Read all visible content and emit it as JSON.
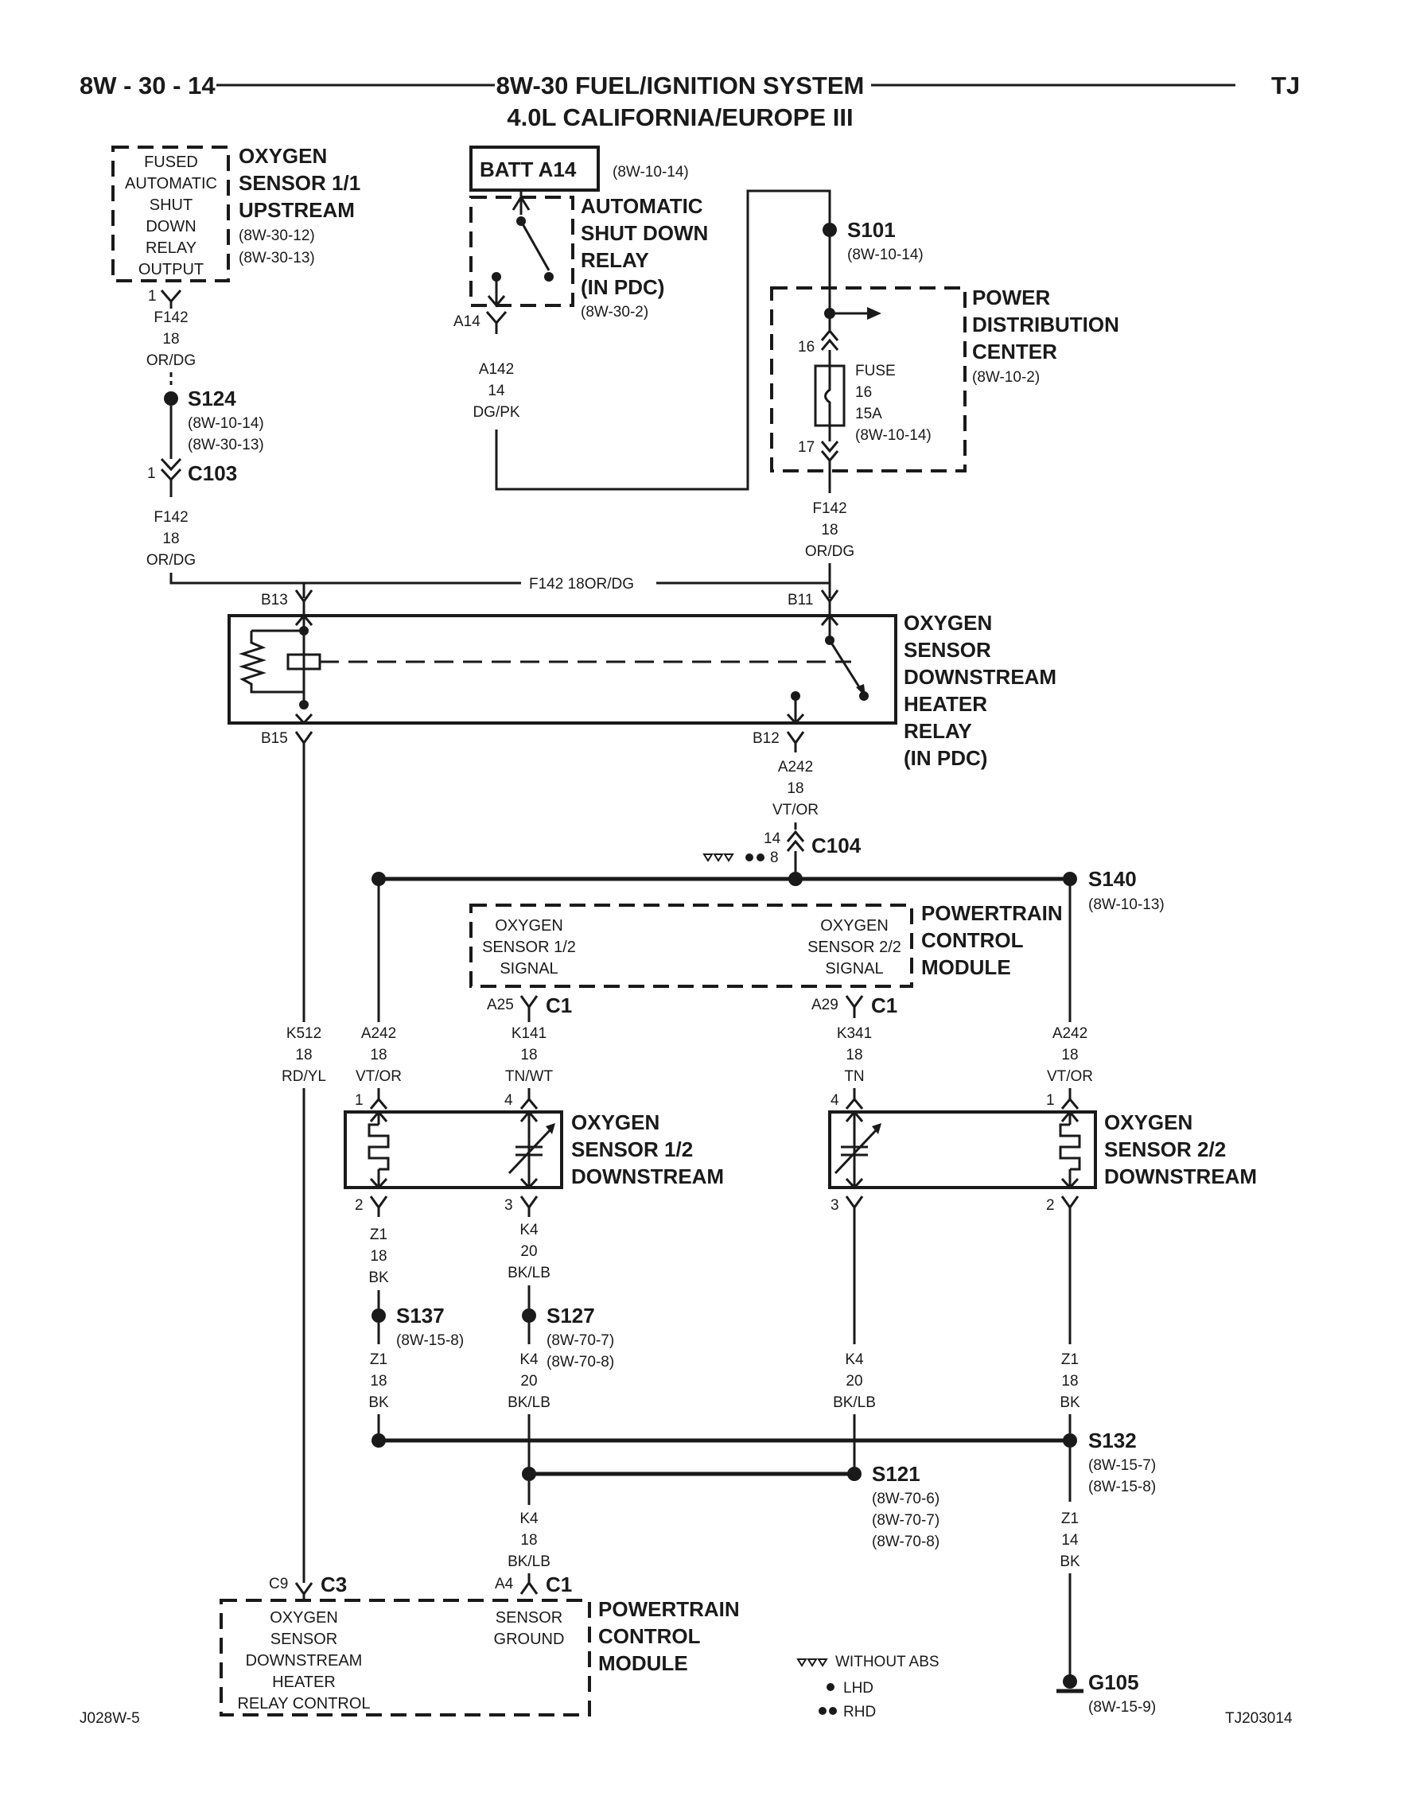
{
  "header": {
    "page_number": "8W - 30 - 14",
    "title": "8W-30 FUEL/IGNITION SYSTEM",
    "subtitle": "4.0L CALIFORNIA/EUROPE III",
    "model": "TJ"
  },
  "components": {
    "fused_asd_output": {
      "lines": [
        "FUSED",
        "AUTOMATIC",
        "SHUT",
        "DOWN",
        "RELAY",
        "OUTPUT"
      ]
    },
    "o2_upstream": {
      "name": [
        "OXYGEN",
        "SENSOR 1/1",
        "UPSTREAM"
      ],
      "refs": [
        "(8W-30-12)",
        "(8W-30-13)"
      ]
    },
    "batt_a14": {
      "label": "BATT A14",
      "ref": "(8W-10-14)"
    },
    "asd_relay": {
      "name": [
        "AUTOMATIC",
        "SHUT DOWN",
        "RELAY",
        "(IN PDC)"
      ],
      "ref": "(8W-30-2)"
    },
    "pdc": {
      "name": [
        "POWER",
        "DISTRIBUTION",
        "CENTER"
      ],
      "ref": "(8W-10-2)"
    },
    "fuse": {
      "lines": [
        "FUSE",
        "16",
        "15A",
        "(8W-10-14)"
      ]
    },
    "heater_relay": {
      "name": [
        "OXYGEN",
        "SENSOR",
        "DOWNSTREAM",
        "HEATER",
        "RELAY",
        "(IN PDC)"
      ]
    },
    "pcm_top": {
      "name": [
        "POWERTRAIN",
        "CONTROL",
        "MODULE"
      ],
      "left_lines": [
        "OXYGEN",
        "SENSOR 1/2",
        "SIGNAL"
      ],
      "right_lines": [
        "OXYGEN",
        "SENSOR 2/2",
        "SIGNAL"
      ]
    },
    "o2_12": {
      "name": [
        "OXYGEN",
        "SENSOR 1/2",
        "DOWNSTREAM"
      ]
    },
    "o2_22": {
      "name": [
        "OXYGEN",
        "SENSOR 2/2",
        "DOWNSTREAM"
      ]
    },
    "pcm_bottom": {
      "name": [
        "POWERTRAIN",
        "CONTROL",
        "MODULE"
      ],
      "left_lines": [
        "OXYGEN",
        "SENSOR",
        "DOWNSTREAM",
        "HEATER",
        "RELAY CONTROL"
      ],
      "right_lines": [
        "SENSOR",
        "GROUND"
      ]
    }
  },
  "splices": {
    "s124": {
      "name": "S124",
      "refs": [
        "(8W-10-14)",
        "(8W-30-13)"
      ]
    },
    "s101": {
      "name": "S101",
      "ref": "(8W-10-14)"
    },
    "s140": {
      "name": "S140",
      "ref": "(8W-10-13)"
    },
    "s137": {
      "name": "S137",
      "ref": "(8W-15-8)"
    },
    "s127": {
      "name": "S127",
      "refs": [
        "(8W-70-7)",
        "(8W-70-8)"
      ]
    },
    "s132": {
      "name": "S132",
      "refs": [
        "(8W-15-7)",
        "(8W-15-8)"
      ]
    },
    "s121": {
      "name": "S121",
      "refs": [
        "(8W-70-6)",
        "(8W-70-7)",
        "(8W-70-8)"
      ]
    },
    "g105": {
      "name": "G105",
      "ref": "(8W-15-9)"
    }
  },
  "connectors": {
    "c103": {
      "name": "C103",
      "pin": "1"
    },
    "c104": {
      "name": "C104",
      "pin_top": "14",
      "pin_bottom": "8"
    },
    "c1": "C1",
    "c3": "C3"
  },
  "pins": {
    "f142_top": "1",
    "a14": "A14",
    "p16": "16",
    "p17": "17",
    "b13": "B13",
    "b11": "B11",
    "b15": "B15",
    "b12": "B12",
    "a25": "A25",
    "a29": "A29",
    "c9": "C9",
    "a4": "A4",
    "o12_p1": "1",
    "o12_p4": "4",
    "o12_p2": "2",
    "o12_p3": "3",
    "o22_p4": "4",
    "o22_p1": "1",
    "o22_p3": "3",
    "o22_p2": "2"
  },
  "wires": {
    "f142_a": [
      "F142",
      "18",
      "OR/DG"
    ],
    "f142_b": [
      "F142",
      "18",
      "OR/DG"
    ],
    "f142_c": [
      "F142",
      "18",
      "OR/DG"
    ],
    "f142_h": "F142   18OR/DG",
    "a142": [
      "A142",
      "14",
      "DG/PK"
    ],
    "a242_a": [
      "A242",
      "18",
      "VT/OR"
    ],
    "k512": [
      "K512",
      "18",
      "RD/YL"
    ],
    "a242_b": [
      "A242",
      "18",
      "VT/OR"
    ],
    "k141": [
      "K141",
      "18",
      "TN/WT"
    ],
    "k341": [
      "K341",
      "18",
      "TN"
    ],
    "a242_c": [
      "A242",
      "18",
      "VT/OR"
    ],
    "z1_a": [
      "Z1",
      "18",
      "BK"
    ],
    "k4_a": [
      "K4",
      "20",
      "BK/LB"
    ],
    "z1_b": [
      "Z1",
      "18",
      "BK"
    ],
    "k4_b": [
      "K4",
      "20",
      "BK/LB"
    ],
    "k4_c": [
      "K4",
      "20",
      "BK/LB"
    ],
    "z1_c": [
      "Z1",
      "18",
      "BK"
    ],
    "k4_d": [
      "K4",
      "18",
      "BK/LB"
    ],
    "z1_d": [
      "Z1",
      "14",
      "BK"
    ]
  },
  "legend": {
    "without_abs": "WITHOUT ABS",
    "lhd": "LHD",
    "rhd": "RHD"
  },
  "footer": {
    "left": "J028W-5",
    "right": "TJ203014"
  }
}
